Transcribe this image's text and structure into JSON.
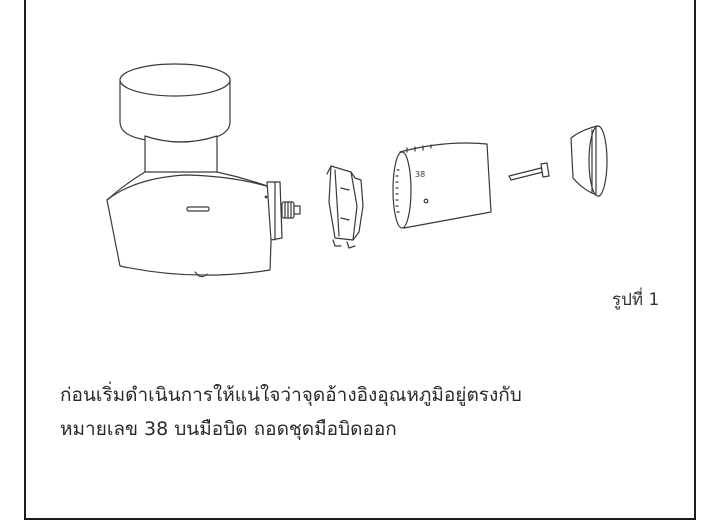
{
  "figure": {
    "label": "รูปที่ 1",
    "dial_number": "38",
    "parts": [
      "grinder-body",
      "locking-ring",
      "adjustment-dial",
      "screw",
      "end-cap"
    ]
  },
  "instruction": {
    "lines": [
      "ก่อนเริ่มดำเนินการให้แน่ใจว่าจุดอ้างอิงอุณหภูมิอยู่ตรงกับ",
      "หมายเลข 38 บนมือบิด ถอดชุดมือบิดออก"
    ]
  }
}
